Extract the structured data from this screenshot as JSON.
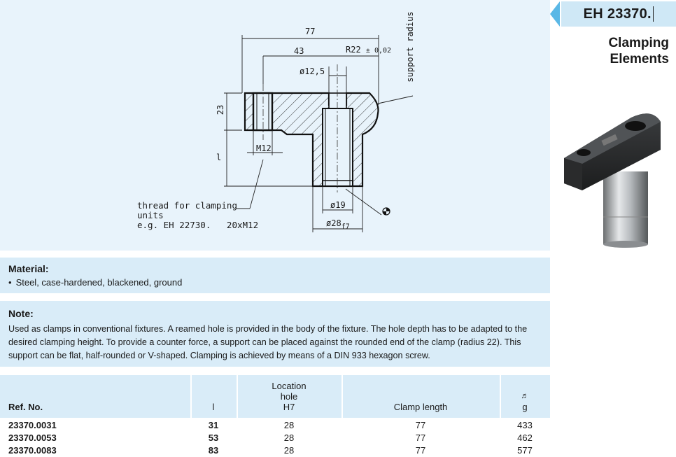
{
  "header": {
    "code": "EH 23370.",
    "subtitle_line1": "Clamping",
    "subtitle_line2": "Elements"
  },
  "drawing": {
    "dim_overall": "77",
    "dim_hole_offset": "43",
    "dim_radius": "R22",
    "dim_radius_tol": "± 0,02",
    "support_label": "support radius",
    "dim_bore": "ø12,5",
    "dim_height": "23",
    "dim_l": "l",
    "dim_thread": "M12",
    "thread_note_1": "thread for clamping",
    "thread_note_2": "units",
    "thread_note_3": "e.g. EH 22730.   20xM12",
    "dim_inner": "ø19",
    "dim_shaft": "ø28",
    "dim_shaft_tol": "f7"
  },
  "material": {
    "heading": "Material:",
    "item": "Steel, case-hardened, blackened, ground"
  },
  "note": {
    "heading": "Note:",
    "text": "Used as clamps in conventional fixtures. A reamed hole is provided in the body of the fixture. The hole depth has to be adapted to the desired clamping height. To provide a counter force, a support can be placed against the rounded end of the clamp (radius 22). This support can be flat, half-rounded or V-shaped. Clamping is achieved by means of a DIN 933 hexagon screw."
  },
  "table": {
    "headers": {
      "ref": "Ref. No.",
      "l": "l",
      "loc1": "Location",
      "loc2": "hole",
      "loc3": "H7",
      "clamp": "Clamp length",
      "weight_unit": "g"
    },
    "rows": [
      {
        "ref": "23370.0031",
        "l": "31",
        "hole": "28",
        "clamp": "77",
        "weight": "433"
      },
      {
        "ref": "23370.0053",
        "l": "53",
        "hole": "28",
        "clamp": "77",
        "weight": "462"
      },
      {
        "ref": "23370.0083",
        "l": "83",
        "hole": "28",
        "clamp": "77",
        "weight": "577"
      }
    ]
  },
  "colors": {
    "panel": "#d9ecf8",
    "drawing_bg": "#e8f3fb",
    "accent": "#5bb8e6",
    "title_bg": "#cfe8f6"
  }
}
